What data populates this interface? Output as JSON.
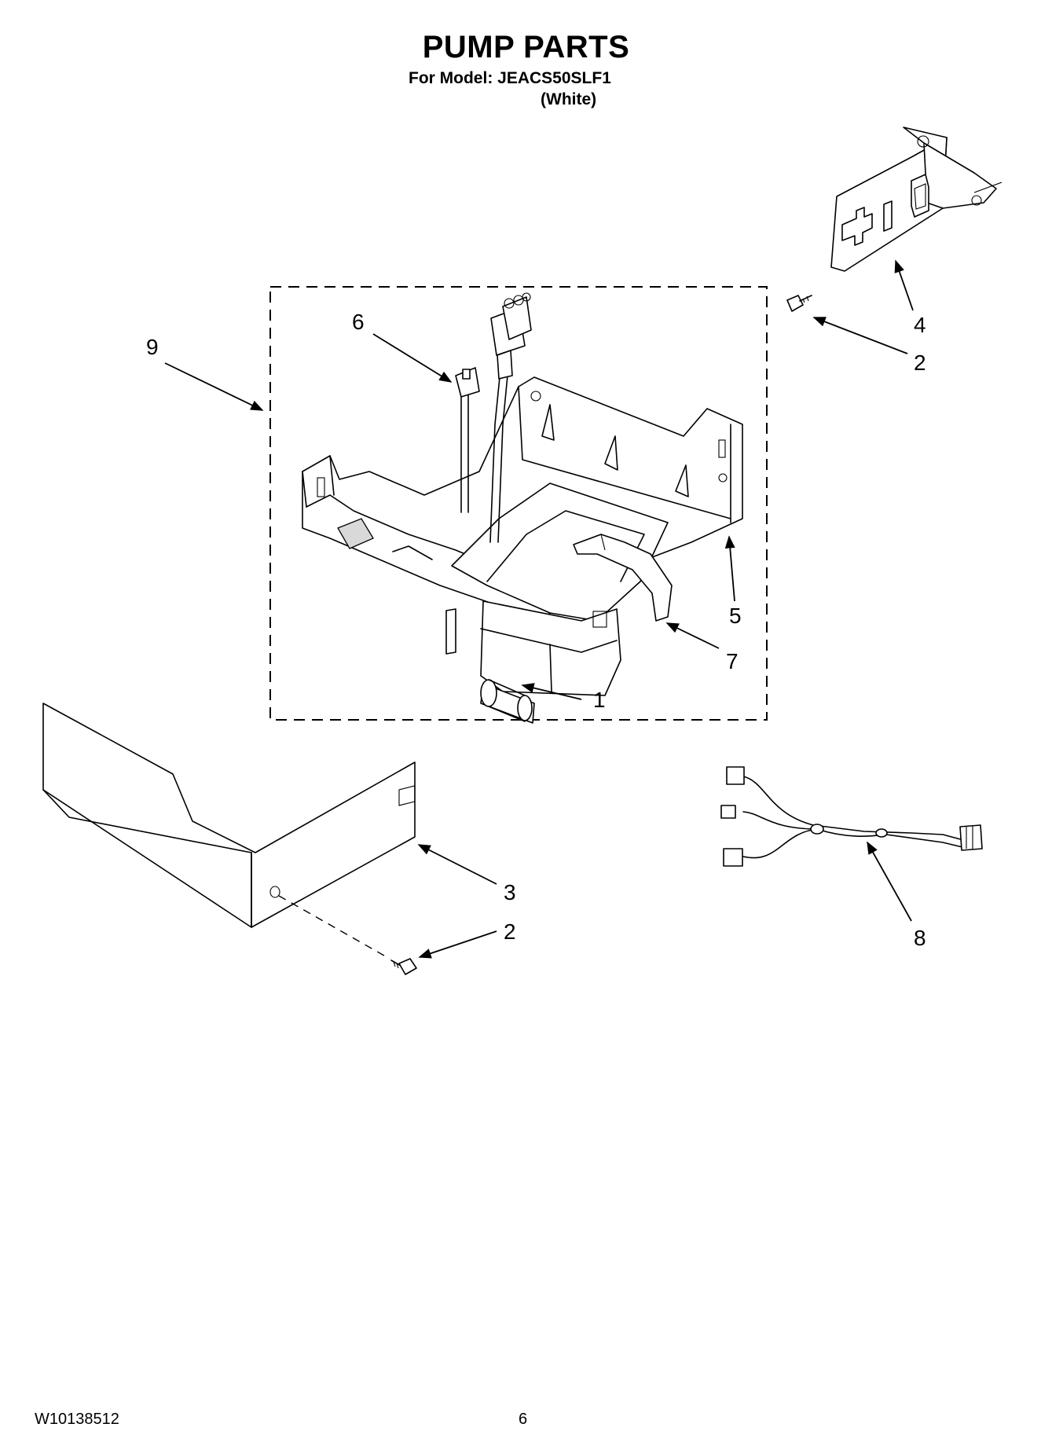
{
  "header": {
    "title": "PUMP PARTS",
    "model_line": "For Model: JEACS50SLF1",
    "variant": "(White)"
  },
  "callouts": {
    "c1": "1",
    "c2a": "2",
    "c2b": "2",
    "c3": "3",
    "c4": "4",
    "c5": "5",
    "c6": "6",
    "c7": "7",
    "c8": "8",
    "c9": "9"
  },
  "footer": {
    "doc_number": "W10138512",
    "page_number": "6"
  }
}
